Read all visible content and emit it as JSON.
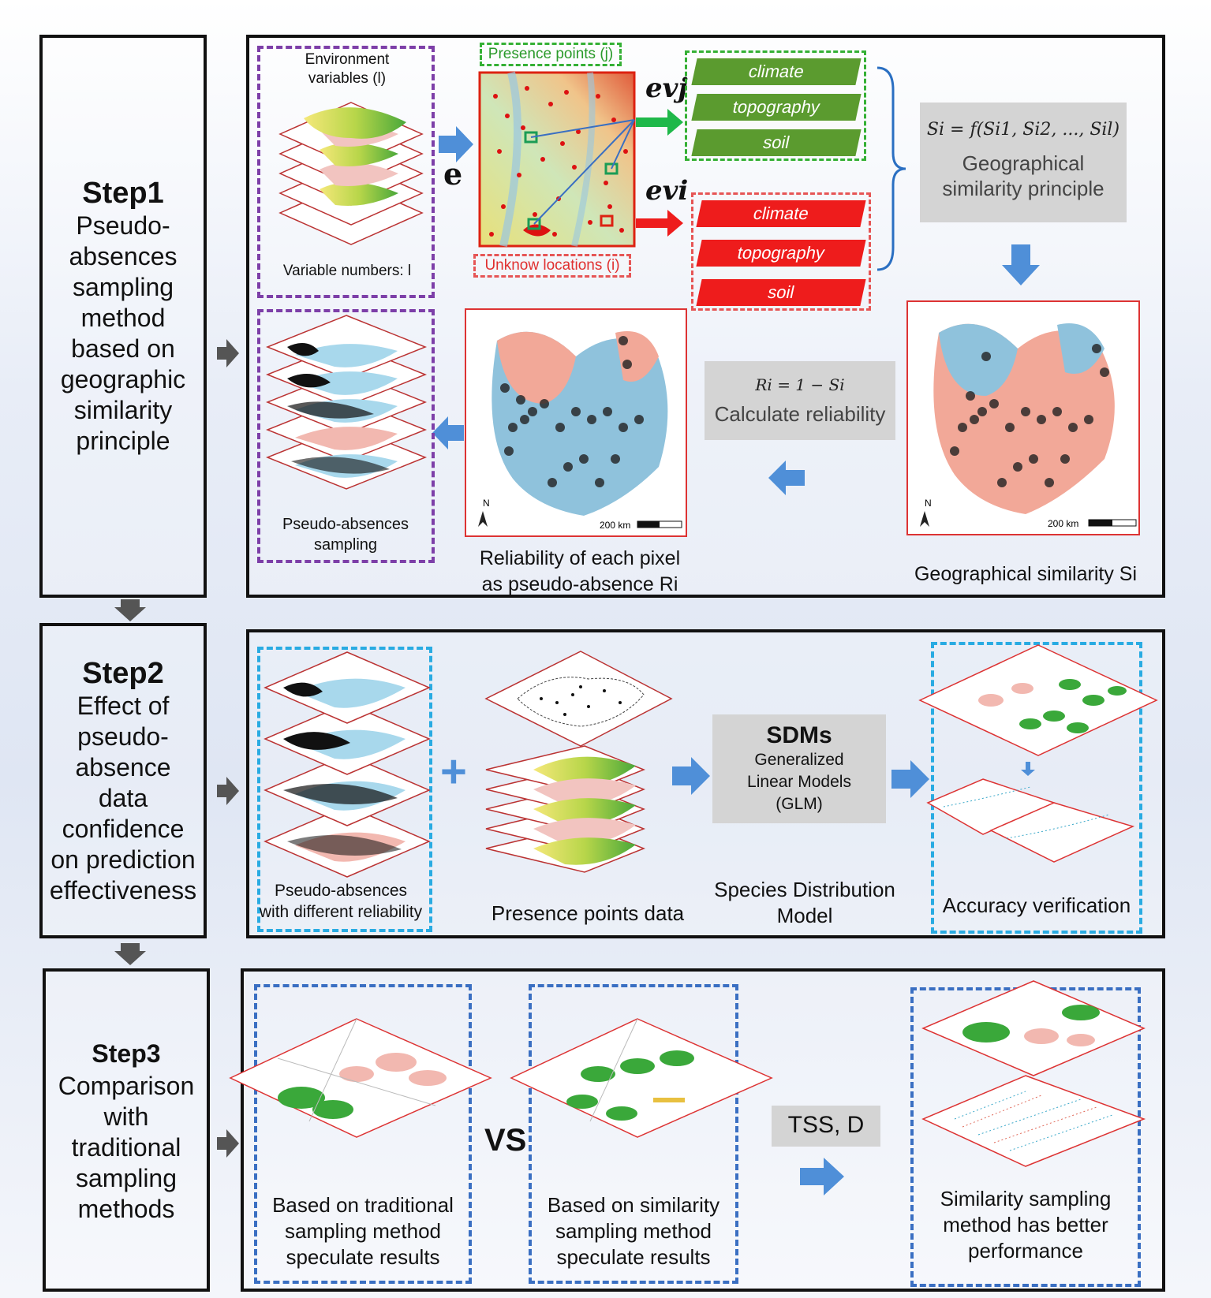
{
  "steps": [
    {
      "title": "Step1",
      "desc": "Pseudo-\nabsences\nsampling\nmethod\nbased on\ngeographic\nsimilarity\nprinciple"
    },
    {
      "title": "Step2",
      "desc": "Effect of\npseudo-\nabsence\ndata\nconfidence\non prediction\neffectiveness"
    },
    {
      "title": "Step3",
      "desc": "Comparison\nwith\ntraditional\nsampling\nmethods"
    }
  ],
  "step1": {
    "env_vars": "Environment\nvariables (l)",
    "var_numbers": "Variable numbers: l",
    "presence_points": "Presence points (j)",
    "unknown_locations": "Unknow locations (i)",
    "e_label": "e",
    "evj_label": "evj",
    "evi_label": "evi",
    "green_vars": [
      "climate",
      "topography",
      "soil"
    ],
    "red_vars": [
      "climate",
      "topography",
      "soil"
    ],
    "similarity_formula": "Si = f(Si1, Si2, ..., Sil)",
    "similarity_principle": "Geographical\nsimilarity principle",
    "reliability_formula": "Ri = 1 − Si",
    "calc_reliability": "Calculate reliability",
    "pseudo_sampling": "Pseudo-absences\nsampling",
    "reliability_caption": "Reliability of each pixel\nas pseudo-absence Ri",
    "similarity_caption": "Geographical similarity Si",
    "scale": "200 km",
    "north": "N"
  },
  "step2": {
    "pseudo_reliability": "Pseudo-absences\nwith different reliability",
    "presence_data": "Presence points data",
    "sdm_title": "SDMs",
    "sdm_sub": "Generalized\nLinear Models\n(GLM)",
    "sdm_caption": "Species Distribution\nModel",
    "accuracy": "Accuracy verification",
    "plus": "+"
  },
  "step3": {
    "traditional": "Based on traditional\nsampling method\nspeculate results",
    "vs": "VS",
    "similarity": "Based on similarity\nsampling method\nspeculate results",
    "metrics": "TSS, D",
    "conclusion": "Similarity sampling\nmethod has better\nperformance"
  },
  "colors": {
    "purple": "#7d3fa8",
    "green": "#5b9b2f",
    "green_dash": "#35b035",
    "red": "#ee1c1c",
    "cyan": "#29abe2",
    "blue_dash": "#3a6fc2",
    "arrow": "#4f8fd8"
  }
}
